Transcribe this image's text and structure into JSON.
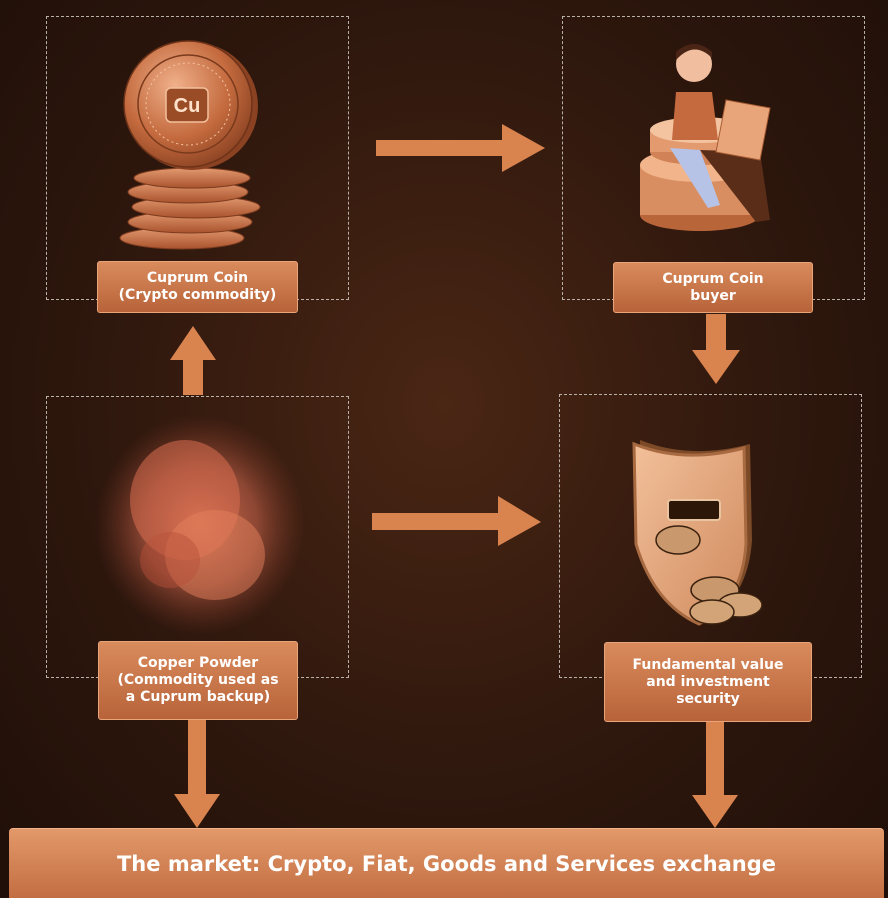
{
  "nodes": {
    "coin_label": "Cuprum Coin\n(Crypto commodity)",
    "buyer_label": "Cuprum Coin\nbuyer",
    "powder_label": "Copper Powder\n(Commodity used as\na Cuprum backup)",
    "security_label": "Fundamental value\nand investment\nsecurity"
  },
  "market_label": "The market: Crypto, Fiat, Goods and Services exchange",
  "coin_text": "Cu",
  "colors": {
    "arrow": "#d9834f",
    "label_bg": "#c9744a",
    "background": "#2e170d"
  }
}
